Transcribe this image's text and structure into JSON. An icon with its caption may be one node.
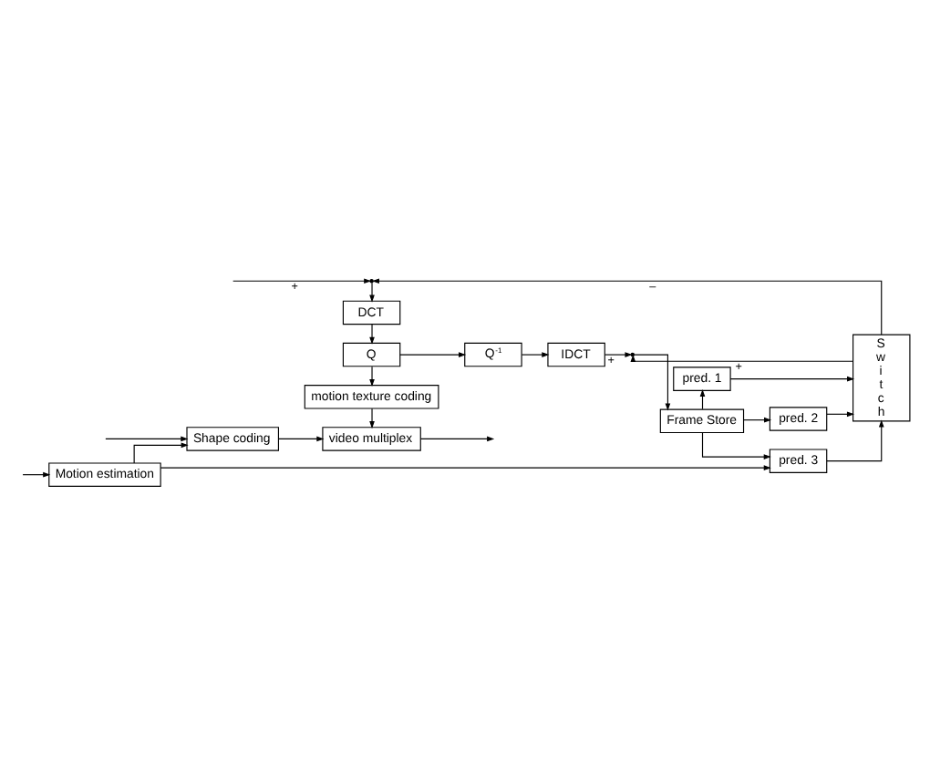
{
  "diagram": {
    "nodes": [
      {
        "text": [
          "DCT"
        ]
      },
      {
        "text": [
          "Q"
        ]
      },
      {
        "text": [
          "Q$^{-1}$"
        ]
      },
      {
        "text": [
          "IDCT"
        ]
      },
      {
        "text": [
          "motion texture coding"
        ]
      },
      {
        "text": [
          "video multiplex"
        ]
      },
      {
        "text": [
          "Switch"
        ]
      },
      {
        "text": [
          "pred. 1"
        ]
      },
      {
        "text": [
          "pred. 2"
        ]
      },
      {
        "text": [
          "pred. 3"
        ]
      },
      {
        "text": [
          "Frame Store"
        ]
      },
      {
        "text": [
          "Motion estimation"
        ]
      },
      {
        "text": [
          "Shape coding"
        ]
      },
      {
        "text": [],
        "shape": "point"
      },
      {
        "text": [],
        "shape": "point"
      }
    ],
    "edges": [
      {
        "from": null,
        "to": 13,
        "arrow": "to",
        "label": "+"
      },
      {
        "from": 6,
        "to": 13,
        "arrow": "to",
        "label": "–"
      },
      {
        "from": 13,
        "to": 0,
        "arrow": "to"
      },
      {
        "from": 0,
        "to": 1,
        "arrow": "to"
      },
      {
        "from": 1,
        "to": 4,
        "arrow": "to"
      },
      {
        "from": 1,
        "to": 2,
        "arrow": "to"
      },
      {
        "from": 2,
        "to": 3,
        "arrow": "to"
      },
      {
        "from": 3,
        "to": 14,
        "arrow": "to",
        "label": "+"
      },
      {
        "from": 6,
        "to": 14,
        "arrow": "to",
        "label": "+"
      },
      {
        "from": 14,
        "to": 10,
        "arrow": "to"
      },
      {
        "from": 10,
        "to": 7,
        "arrow": "to"
      },
      {
        "from": 10,
        "to": 8,
        "arrow": "to"
      },
      {
        "from": 10,
        "to": 9,
        "arrow": "to"
      },
      {
        "from": 7,
        "to": 6,
        "arrow": "to"
      },
      {
        "from": 8,
        "to": 6,
        "arrow": "to"
      },
      {
        "from": 9,
        "to": 6,
        "arrow": "to"
      },
      {
        "from": 4,
        "to": 5,
        "arrow": "to"
      },
      {
        "from": 12,
        "to": 5,
        "arrow": "to"
      },
      {
        "from": 5,
        "to": null,
        "arrow": "to"
      },
      {
        "from": null,
        "to": 11,
        "arrow": "to"
      },
      {
        "from": null,
        "to": 12,
        "arrow": "to"
      },
      {
        "from": 11,
        "to": 9,
        "arrow": "to"
      },
      {
        "from": 11,
        "to": 12,
        "arrow": "to"
      }
    ]
  }
}
